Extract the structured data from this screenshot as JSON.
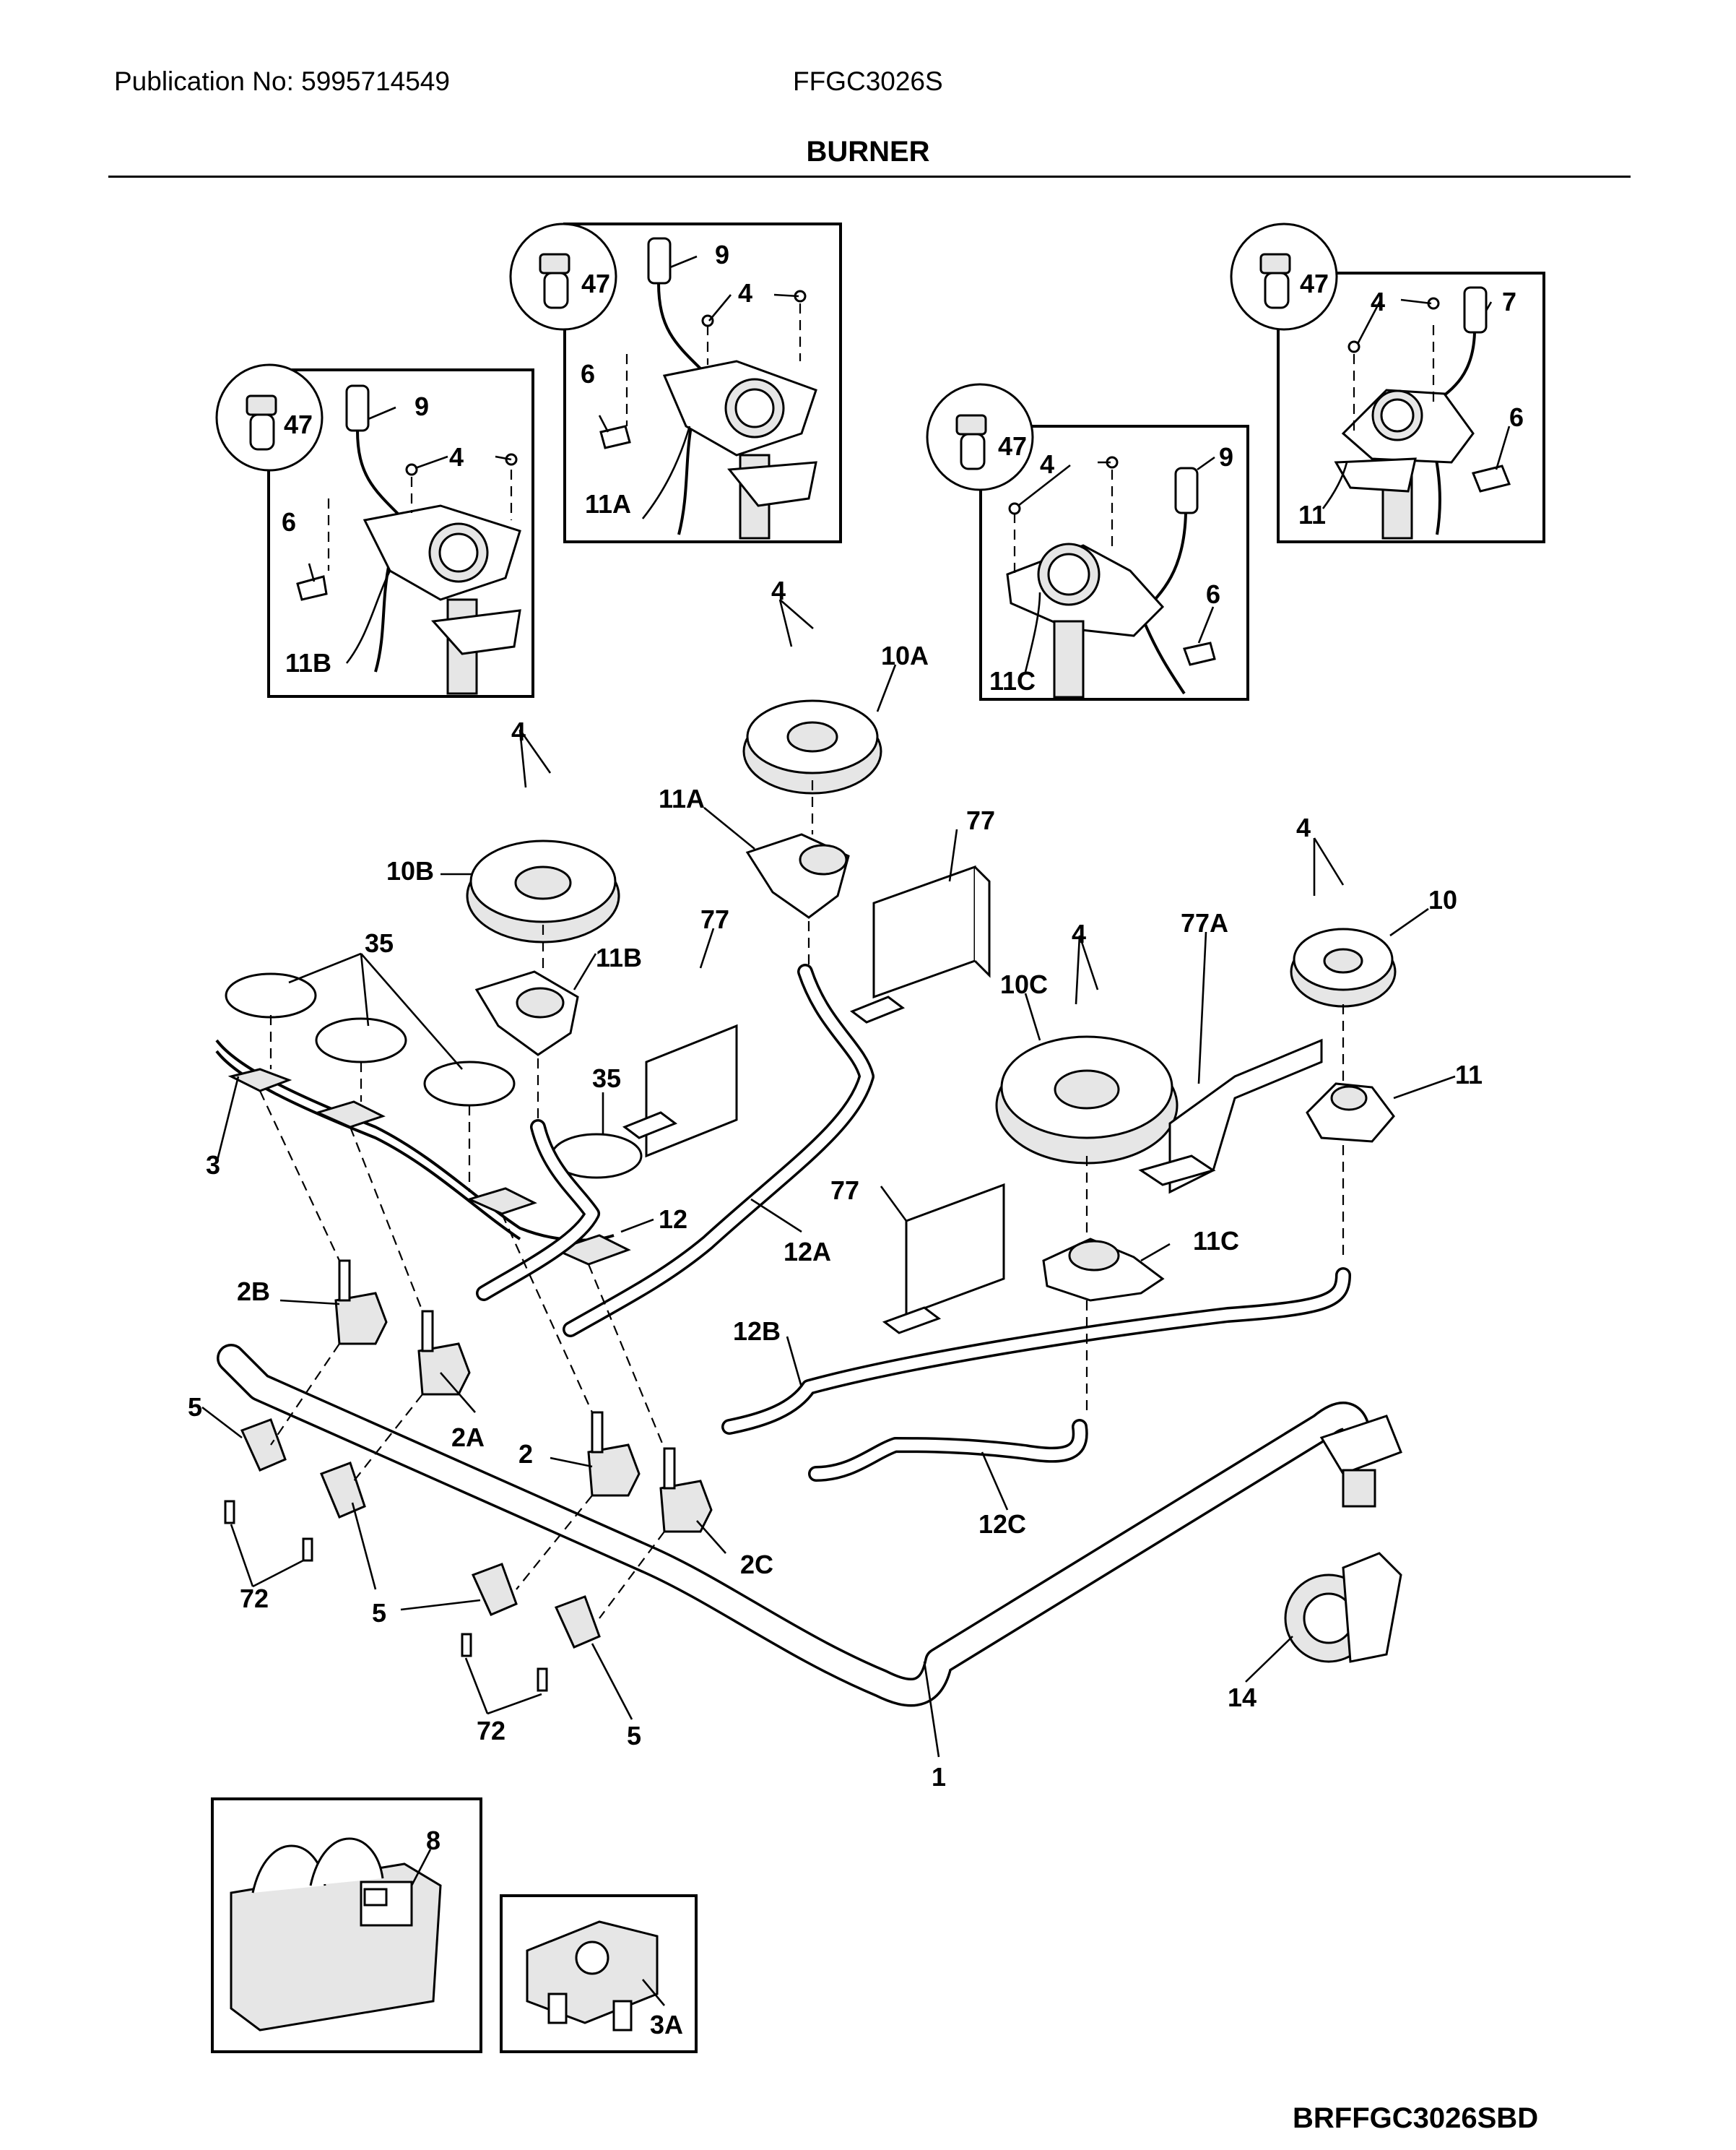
{
  "header": {
    "publication": "Publication No: 5995714549",
    "model": "FFGC3026S",
    "title": "BURNER"
  },
  "diagram_code": "BRFFGC3026SBD",
  "callouts": {
    "p1": "1",
    "p2": "2",
    "p2a": "2A",
    "p2b": "2B",
    "p2c": "2C",
    "p3": "3",
    "p3a": "3A",
    "p4": "4",
    "p5": "5",
    "p6": "6",
    "p7": "7",
    "p8": "8",
    "p9": "9",
    "p10": "10",
    "p10a": "10A",
    "p10b": "10B",
    "p10c": "10C",
    "p11": "11",
    "p11a": "11A",
    "p11b": "11B",
    "p11c": "11C",
    "p12": "12",
    "p12a": "12A",
    "p12b": "12B",
    "p12c": "12C",
    "p14": "14",
    "p35": "35",
    "p47": "47",
    "p72": "72",
    "p77": "77",
    "p77a": "77A"
  }
}
